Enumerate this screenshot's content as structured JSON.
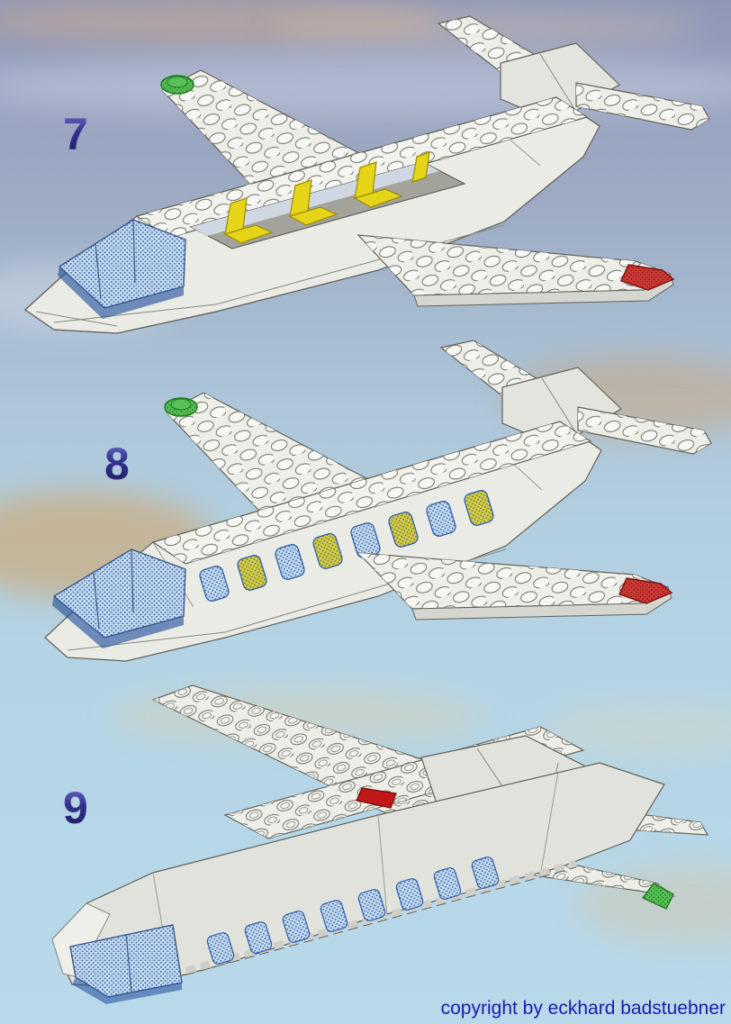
{
  "steps": [
    {
      "number": "7"
    },
    {
      "number": "8"
    },
    {
      "number": "9"
    }
  ],
  "footer": {
    "copyright": "copyright by eckhard badstuebner"
  },
  "colors": {
    "step_number": "#32328e",
    "copyright_text": "#1c1ca8",
    "brick_white": "#f0f0ea",
    "brick_light": "#e6e6e0",
    "brick_gray": "#d6d6d0",
    "brick_shadow": "#c6c6be",
    "outline": "#63635b",
    "cabin_interior": "#a3a39b",
    "cabin_far_wall": "#cfd8e2",
    "seat_yellow": "#e6d419",
    "seat_yellow_dark": "#a89a10",
    "glass_base": "#c2d8ec",
    "glass_dot": "#2f5fa8",
    "glass_dark_band": "#2a56a0",
    "window_lit_yellow": "#d8cc30",
    "nav_green": "#58c058",
    "nav_green_dark": "#1f7a1f",
    "nav_red": "#cc3a33",
    "nav_red_dark": "#8a1a1a",
    "wedge_red": "#c01818",
    "sky_top": "#8e97b7",
    "sky_bottom": "#b8d9ea"
  }
}
